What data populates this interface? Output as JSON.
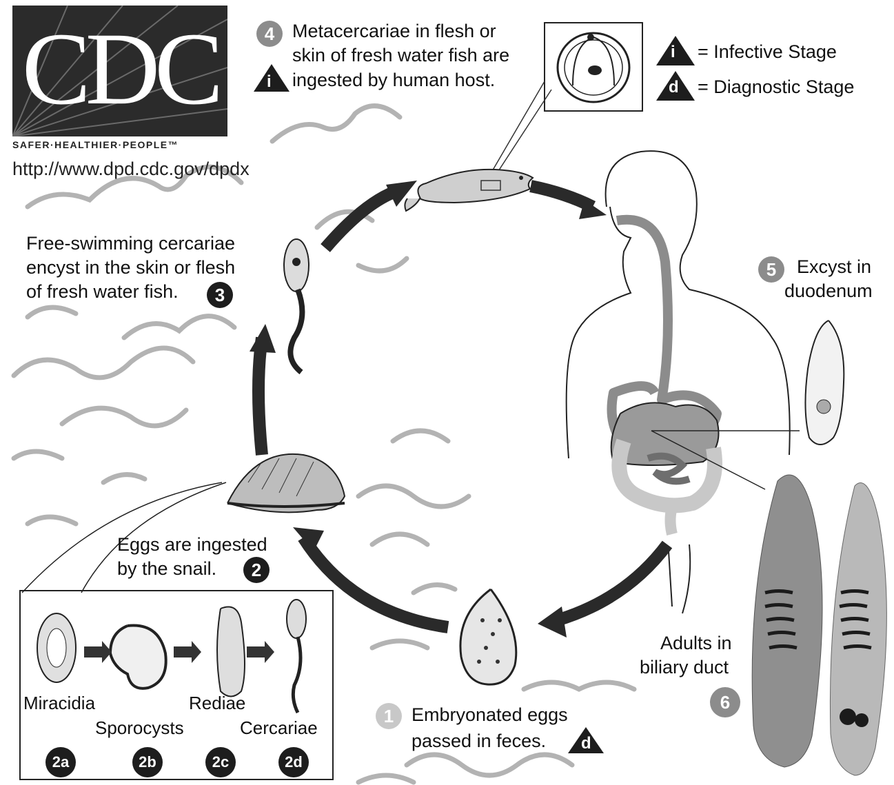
{
  "logo": {
    "letters": "CDC",
    "tagline": "SAFER·HEALTHIER·PEOPLE™"
  },
  "url": "http://www.dpd.cdc.gov/dpdx",
  "legend": {
    "infective_symbol": "i",
    "infective_label": "= Infective Stage",
    "diagnostic_symbol": "d",
    "diagnostic_label": "= Diagnostic Stage"
  },
  "stages": {
    "s1": {
      "number": "1",
      "line1": "Embryonated eggs",
      "line2": "passed in feces.",
      "marker": "d"
    },
    "s2": {
      "number": "2",
      "line1": "Eggs are ingested",
      "line2": "by the snail."
    },
    "s3": {
      "number": "3",
      "line1": "Free-swimming cercariae",
      "line2": "encyst in the skin or flesh",
      "line3": "of fresh water fish."
    },
    "s4": {
      "number": "4",
      "line1": "Metacercariae in flesh or",
      "line2": "skin of fresh water fish are",
      "line3": "ingested by human host.",
      "marker": "i"
    },
    "s5": {
      "number": "5",
      "line1": "Excyst in",
      "line2": "duodenum"
    },
    "s6": {
      "number": "6",
      "line1": "Adults in",
      "line2": "biliary duct"
    }
  },
  "substages": [
    {
      "id": "2a",
      "label": "Miracidia"
    },
    {
      "id": "2b",
      "label": "Sporocysts"
    },
    {
      "id": "2c",
      "label": "Rediae"
    },
    {
      "id": "2d",
      "label": "Cercariae"
    }
  ],
  "colors": {
    "dark": "#1d1d1d",
    "arrow": "#2a2a2a",
    "gray_mid": "#8c8c8c",
    "gray_light": "#c8c8c8",
    "wave": "#b3b3b3"
  }
}
